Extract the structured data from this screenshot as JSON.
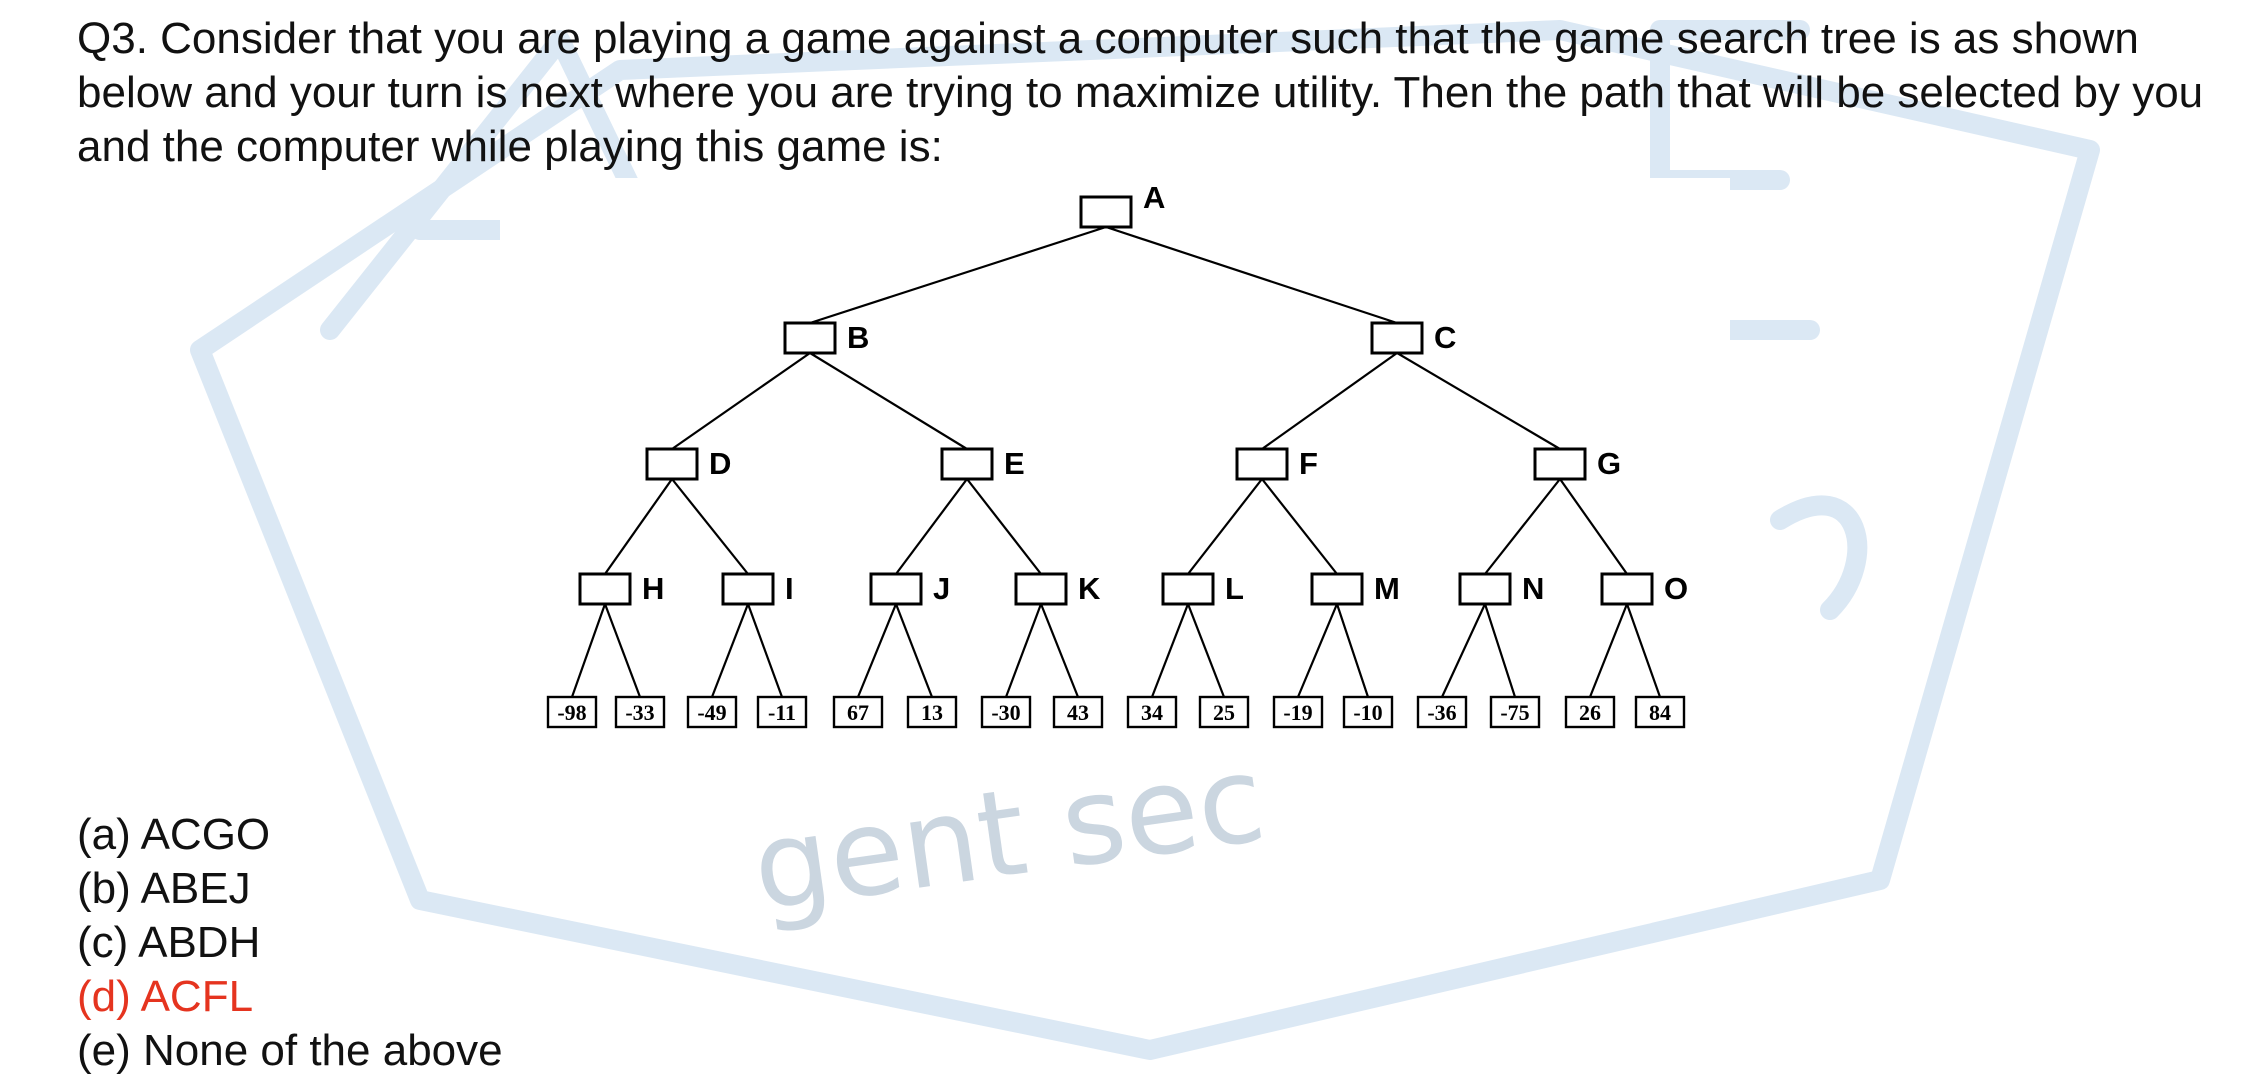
{
  "question": {
    "text": "Q3. Consider that you are playing a game against a computer such that the game search tree is as shown below and your turn is next where you are trying to maximize utility. Then the path that will be selected by you and the computer while playing this game is:"
  },
  "tree": {
    "root": "A",
    "level1": [
      "B",
      "C"
    ],
    "level2": [
      "D",
      "E",
      "F",
      "G"
    ],
    "level3": [
      "H",
      "I",
      "J",
      "K",
      "L",
      "M",
      "N",
      "O"
    ],
    "leaves": [
      "-98",
      "-33",
      "-49",
      "-11",
      "67",
      "13",
      "-30",
      "43",
      "34",
      "25",
      "-19",
      "-10",
      "-36",
      "-75",
      "26",
      "84"
    ]
  },
  "options": [
    {
      "label": "(a) ACGO",
      "highlight": false
    },
    {
      "label": "(b) ABEJ",
      "highlight": false
    },
    {
      "label": "(c) ABDH",
      "highlight": false
    },
    {
      "label": "(d) ACFL",
      "highlight": true
    },
    {
      "label": "(e) None of the above",
      "highlight": false
    }
  ],
  "colors": {
    "highlight": "#e5341f",
    "watermark": "#d6e5f2"
  },
  "watermark": {
    "text": "gent sec"
  }
}
